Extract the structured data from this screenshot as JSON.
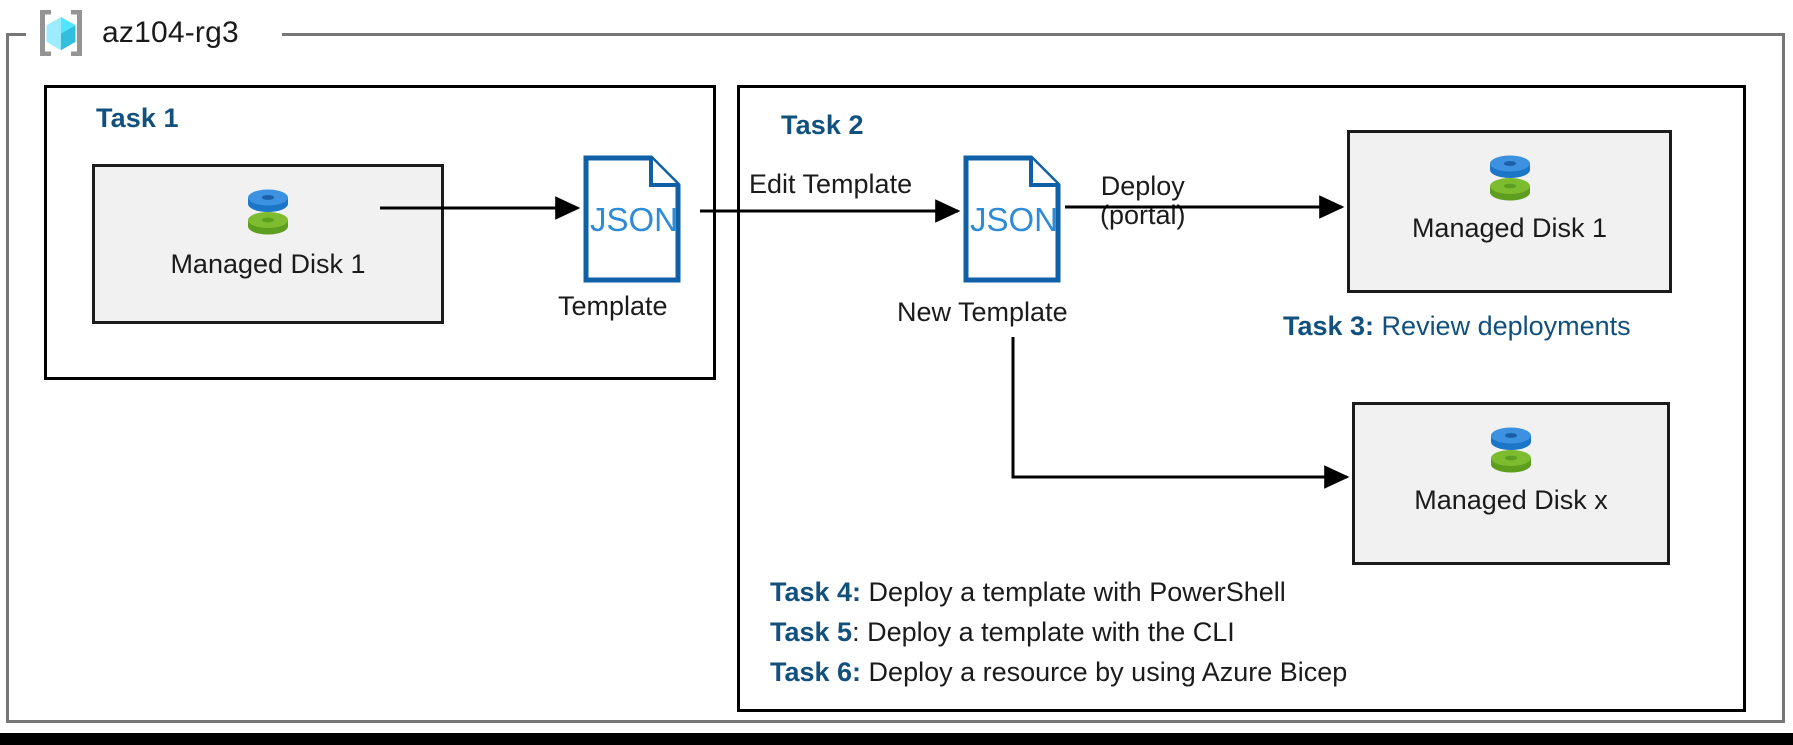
{
  "diagram": {
    "title": "az104-rg3",
    "resource_group_icon": "azure-resource-group-icon"
  },
  "task1": {
    "label": "Task 1",
    "resource": {
      "name": "Managed Disk 1",
      "icon": "managed-disk-icon"
    },
    "template": {
      "file_type": "JSON",
      "caption": "Template",
      "icon": "json-file-icon"
    },
    "arrow_label": ""
  },
  "task2": {
    "label": "Task 2",
    "edit_arrow_label": "Edit Template",
    "template": {
      "file_type": "JSON",
      "caption": "New Template",
      "icon": "json-file-icon"
    },
    "deploy_arrow_label_line1": "Deploy",
    "deploy_arrow_label_line2": "(portal)",
    "deployed_resources": [
      {
        "name": "Managed Disk 1",
        "icon": "managed-disk-icon"
      },
      {
        "name": "Managed Disk x",
        "icon": "managed-disk-icon"
      }
    ]
  },
  "task3": {
    "key": "Task 3:",
    "text": " Review deployments"
  },
  "task_list": [
    {
      "key": "Task 4:",
      "text": " Deploy a template with PowerShell"
    },
    {
      "key": "Task 5",
      "text": ": Deploy a template with the CLI"
    },
    {
      "key": "Task 6:",
      "text": " Deploy a resource by using Azure Bicep"
    }
  ],
  "colors": {
    "task_heading_blue": "#12507E",
    "json_blue": "#1060A8",
    "frame_gray": "#767676",
    "card_fill": "#F1F1F1",
    "disk_blue": "#3A8DDE",
    "disk_green": "#7AB929",
    "rg_cube_cyan": "#50E6FF"
  }
}
